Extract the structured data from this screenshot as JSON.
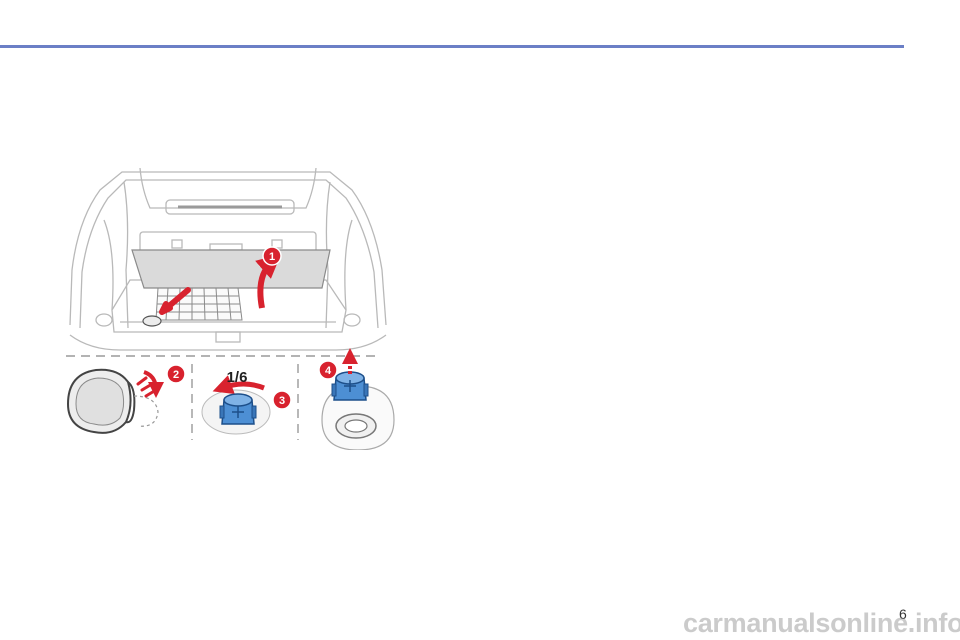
{
  "page": {
    "number": "6"
  },
  "figure": {
    "fraction_label": "1/6",
    "steps": [
      "1",
      "2",
      "3",
      "4"
    ],
    "colors": {
      "arrow": "#d8222e",
      "cap": "#4d8fd4",
      "rule": "#6b7fc6"
    }
  },
  "watermark": {
    "text": "carmanualsonline.info"
  }
}
